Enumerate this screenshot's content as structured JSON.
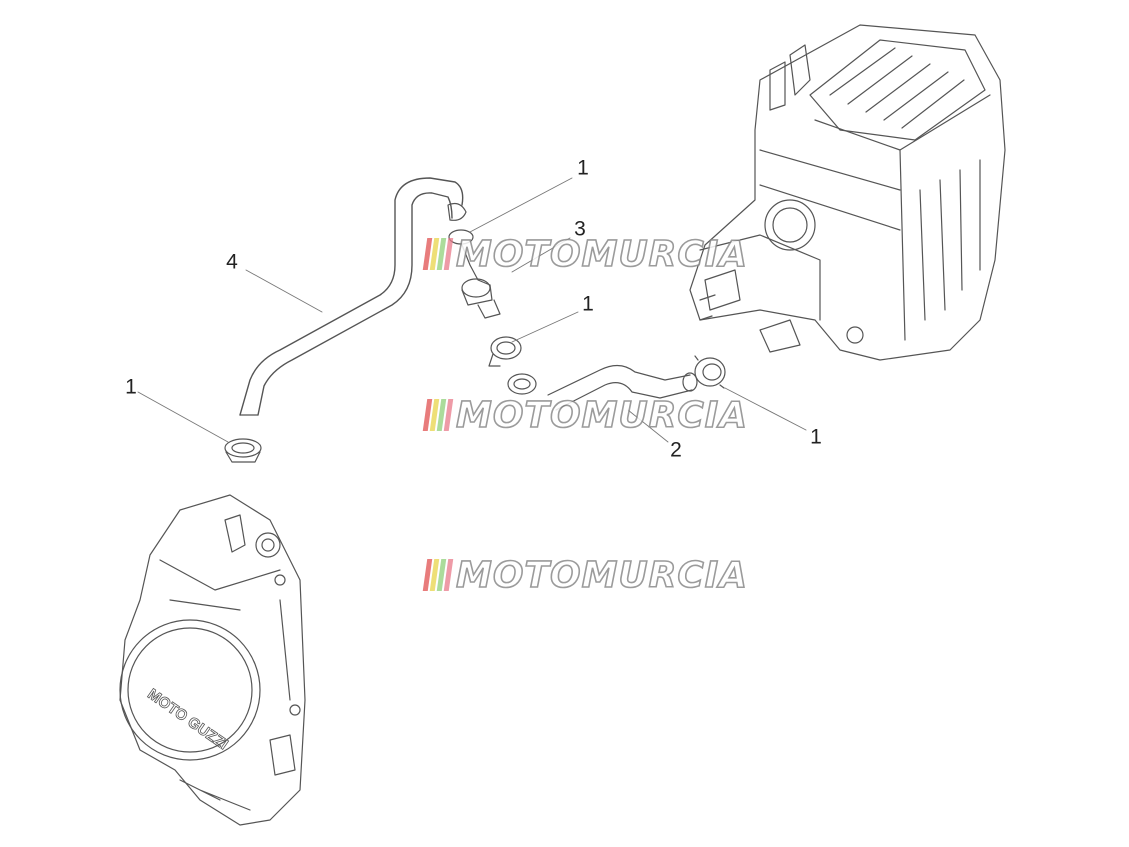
{
  "diagram": {
    "callouts": [
      {
        "id": "c1a",
        "text": "1"
      },
      {
        "id": "c3",
        "text": "3"
      },
      {
        "id": "c4",
        "text": "4"
      },
      {
        "id": "c1b",
        "text": "1"
      },
      {
        "id": "c1c",
        "text": "1"
      },
      {
        "id": "c1d",
        "text": "1"
      },
      {
        "id": "c2",
        "text": "2"
      }
    ],
    "parts": [
      {
        "ref": "1",
        "icon": "hose-clamp-icon"
      },
      {
        "ref": "2",
        "icon": "bent-hose-icon"
      },
      {
        "ref": "3",
        "icon": "valve-fitting-icon"
      },
      {
        "ref": "4",
        "icon": "long-breather-hose-icon"
      }
    ],
    "assemblies": [
      {
        "icon": "air-filter-box-icon"
      },
      {
        "icon": "engine-side-cover-icon",
        "label": "MOTO GUZZI"
      }
    ]
  },
  "watermarks": [
    {
      "text": "MOTOMURCIA"
    },
    {
      "text": "MOTOMURCIA"
    },
    {
      "text": "MOTOMURCIA"
    }
  ],
  "colors": {
    "line": "#555555",
    "leader": "#777777",
    "watermark_stripe_red": "#e05050",
    "watermark_stripe_yellow": "#e8d44a",
    "watermark_stripe_green": "#8fd07a",
    "watermark_stripe_pink": "#e87a8a"
  }
}
